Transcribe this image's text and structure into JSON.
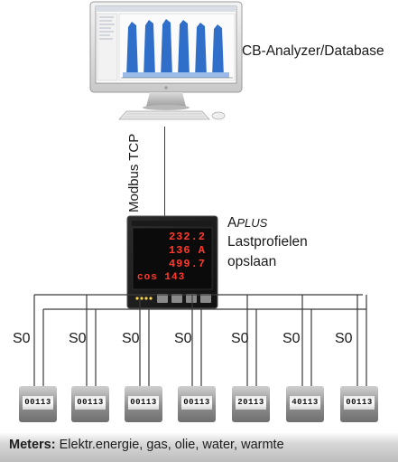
{
  "analyzer_label": "CB-Analyzer/Database",
  "protocol_label": "Modbus TCP",
  "device": {
    "title_a": "A",
    "title_plus": "PLUS",
    "subtitle_line1": "Lastprofielen",
    "subtitle_line2": "opslaan",
    "readings": [
      "232.2",
      "136 A",
      "499.7",
      "cos 143"
    ]
  },
  "s0_label": "S0",
  "meters": [
    {
      "reading": "00113"
    },
    {
      "reading": "00113"
    },
    {
      "reading": "00113"
    },
    {
      "reading": "00113"
    },
    {
      "reading": "20113"
    },
    {
      "reading": "40113"
    },
    {
      "reading": "00113"
    }
  ],
  "footer": {
    "bold": "Meters:",
    "rest": " Elektr.energie, gas, olie, water, warmte"
  },
  "colors": {
    "device_display_text": "#ff3b2e",
    "chart_bars": "#2f6ec9"
  }
}
